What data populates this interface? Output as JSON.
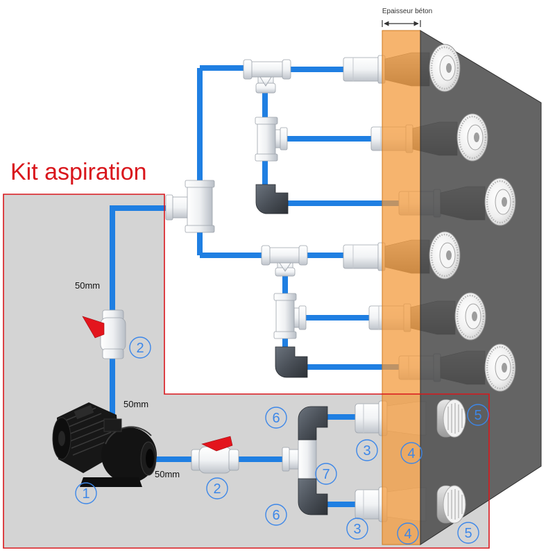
{
  "title": "Kit aspiration",
  "wall_thickness_label": "Epaisseur béton",
  "pipe_labels": [
    "50mm",
    "50mm",
    "50mm"
  ],
  "markers": [
    "2",
    "1",
    "2",
    "6",
    "6",
    "7",
    "3",
    "3",
    "4",
    "4",
    "5",
    "5"
  ],
  "colors": {
    "title": "#d9161c",
    "kit_border": "#d9161c",
    "kit_background": "#d4d4d4",
    "pipe": "#1f7fe2",
    "concrete": "#f39a3b",
    "wall": "#4a4a4a",
    "marker": "#3d87e8",
    "valve_handle": "#e3151d"
  },
  "icons": {
    "pump": "pump-icon",
    "ball_valve": "ball-valve-icon",
    "tee": "tee-fitting-icon",
    "elbow": "elbow-fitting-icon",
    "jet": "jet-nozzle-icon",
    "suction": "suction-fitting-icon"
  }
}
